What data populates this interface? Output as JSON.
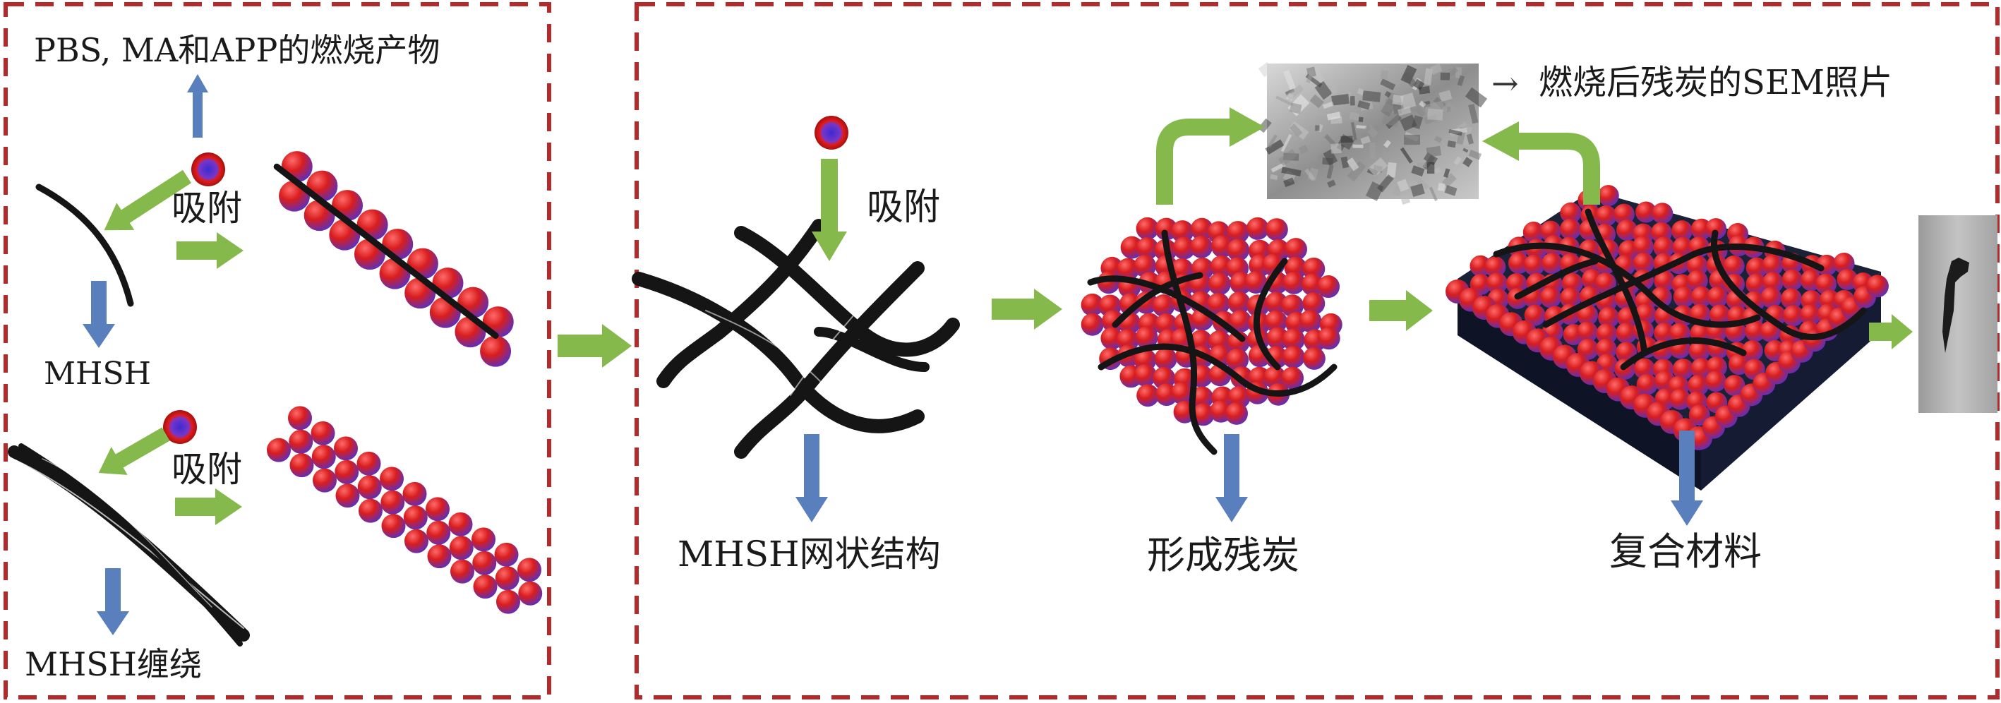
{
  "colors": {
    "frame": "#b42a2a",
    "arrow_green": "#86b94c",
    "arrow_blue": "#5a7fbd",
    "sphere_red": "#d91d1d",
    "sphere_purple": "#5b2fbf",
    "fiber": "#151515",
    "block_top": "#1b2238",
    "block_side": "#0e1426"
  },
  "left_panel": {
    "products_label": "PBS, MA和APP的燃烧产物",
    "adsorb_label_top": "吸附",
    "adsorb_label_bottom": "吸附",
    "mhsh_label": "MHSH",
    "mhsh_wound_label": "MHSH缠绕"
  },
  "right_panel": {
    "adsorb_label": "吸附",
    "network_label": "MHSH网状结构",
    "char_label": "形成残炭",
    "composite_label": "复合材料",
    "sem_label": "燃烧后残炭的SEM照片",
    "sem_arrow_glyph": "→"
  }
}
